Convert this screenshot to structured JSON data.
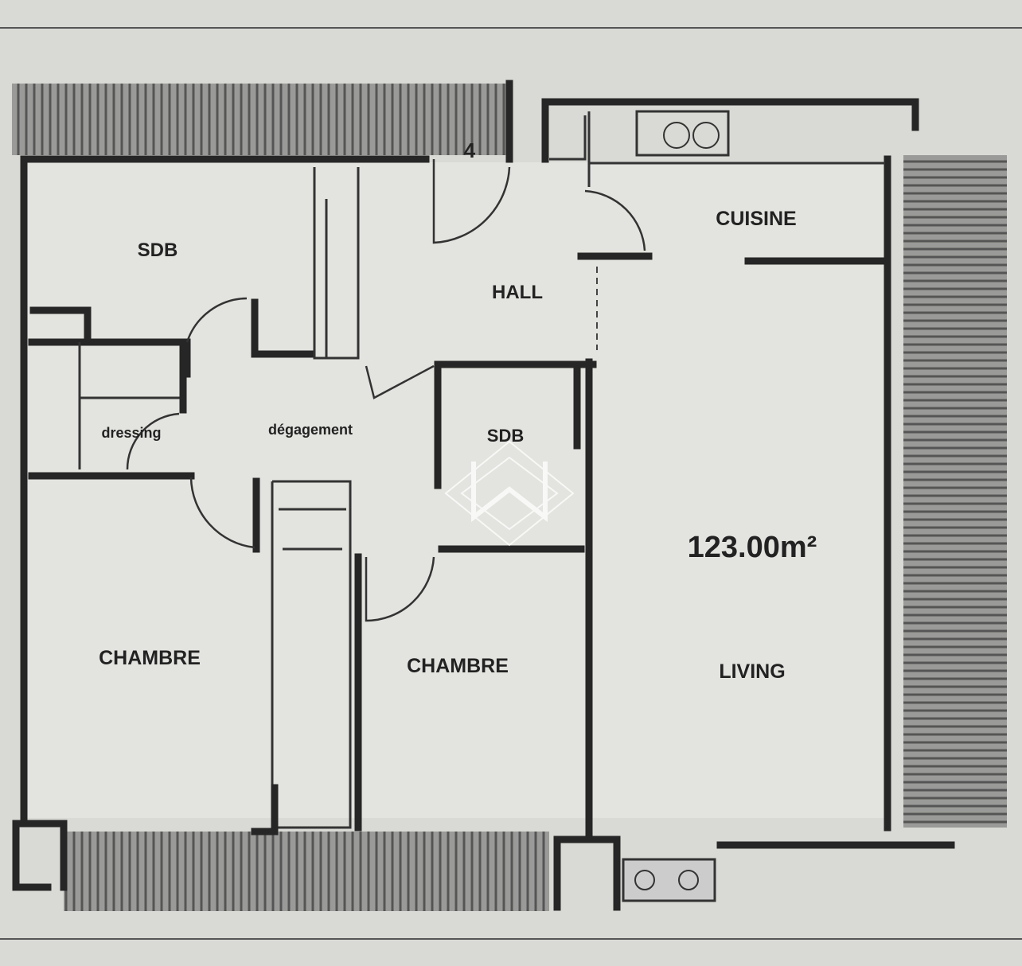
{
  "plan": {
    "total_area": "123.00m²",
    "unit_number": "4",
    "rooms": {
      "sdb_1": "SDB",
      "hall": "HALL",
      "cuisine": "CUISINE",
      "dressing": "dressing",
      "degagement": "dégagement",
      "sdb_2": "SDB",
      "chambre_1": "CHAMBRE",
      "chambre_2": "CHAMBRE",
      "living": "LIVING"
    }
  }
}
